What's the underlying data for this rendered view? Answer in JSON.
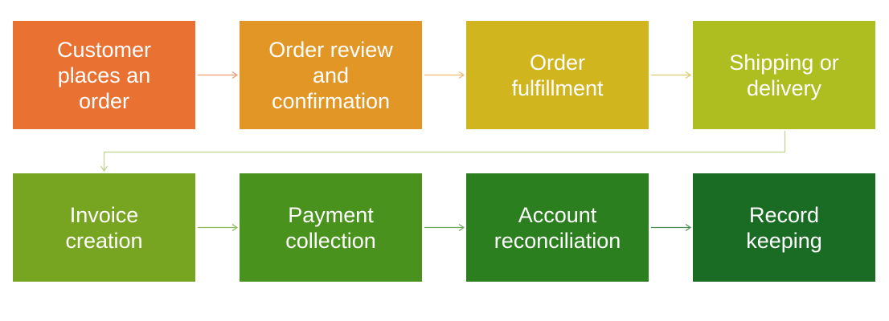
{
  "diagram": {
    "type": "process-flow",
    "steps": [
      {
        "id": 1,
        "label": "Customer\nplaces an\norder",
        "color": "#E97132"
      },
      {
        "id": 2,
        "label": "Order review\nand\nconfirmation",
        "color": "#E29625"
      },
      {
        "id": 3,
        "label": "Order\nfulfillment",
        "color": "#D1B51F"
      },
      {
        "id": 4,
        "label": "Shipping or\ndelivery",
        "color": "#AEBD20"
      },
      {
        "id": 5,
        "label": "Invoice\ncreation",
        "color": "#77A521"
      },
      {
        "id": 6,
        "label": "Payment\ncollection",
        "color": "#4A921E"
      },
      {
        "id": 7,
        "label": "Account\nreconciliation",
        "color": "#2B7F1E"
      },
      {
        "id": 8,
        "label": "Record\nkeeping",
        "color": "#1A6B24"
      }
    ],
    "connections": [
      {
        "from": 1,
        "to": 2,
        "color": "#EE9A72"
      },
      {
        "from": 2,
        "to": 3,
        "color": "#EDBA6E"
      },
      {
        "from": 3,
        "to": 4,
        "color": "#DCCB68"
      },
      {
        "from": 4,
        "to": 5,
        "color": "#C0D38C"
      },
      {
        "from": 5,
        "to": 6,
        "color": "#8DB85C"
      },
      {
        "from": 6,
        "to": 7,
        "color": "#6FA85E"
      },
      {
        "from": 7,
        "to": 8,
        "color": "#4C9152"
      }
    ]
  }
}
